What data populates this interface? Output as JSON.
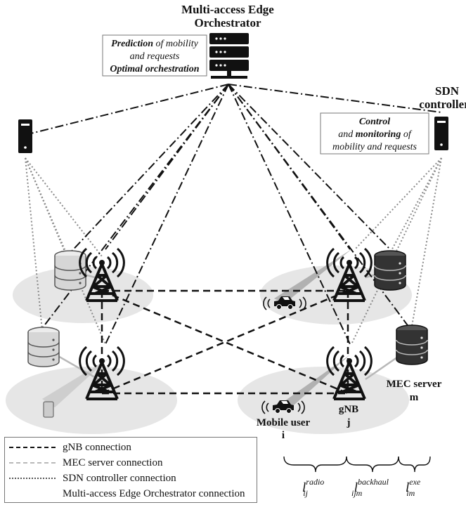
{
  "orchestrator": {
    "title_line1": "Multi-access Edge",
    "title_line2": "Orchestrator",
    "note_line1_bold": "Prediction",
    "note_line1_rest": " of mobility",
    "note_line2": "and requests",
    "note_line3": "Optimal orchestration"
  },
  "sdn": {
    "title_line1": "SDN",
    "title_line2": "controller",
    "note_line1": "Control",
    "note_line2_a": "and ",
    "note_line2_b": "monitoring",
    "note_line2_c": " of",
    "note_line3": "mobility and requests"
  },
  "labels": {
    "mec_server": "MEC server",
    "mec_server_index": "m",
    "gnb": "gNB",
    "gnb_index": "j",
    "mobile_user": "Mobile user",
    "mobile_user_index": "i"
  },
  "latency": {
    "radio_base": "l",
    "radio_sup": "radio",
    "radio_sub": "ij",
    "backhaul_base": "l",
    "backhaul_sup": "backhaul",
    "backhaul_sub": "ijm",
    "exe_base": "l",
    "exe_sup": "exe",
    "exe_sub": "im"
  },
  "legend": {
    "items": [
      "gNB connection",
      "MEC server connection",
      "SDN controller connection",
      "Multi-access Edge Orchestrator connection"
    ]
  },
  "colors": {
    "ink": "#111111",
    "cell": "#e6e6e6",
    "server_light": "#d9d9d9",
    "server_dark": "#333333",
    "mec_link": "#b8b8b8",
    "sdn_link": "#8a8a8a"
  }
}
